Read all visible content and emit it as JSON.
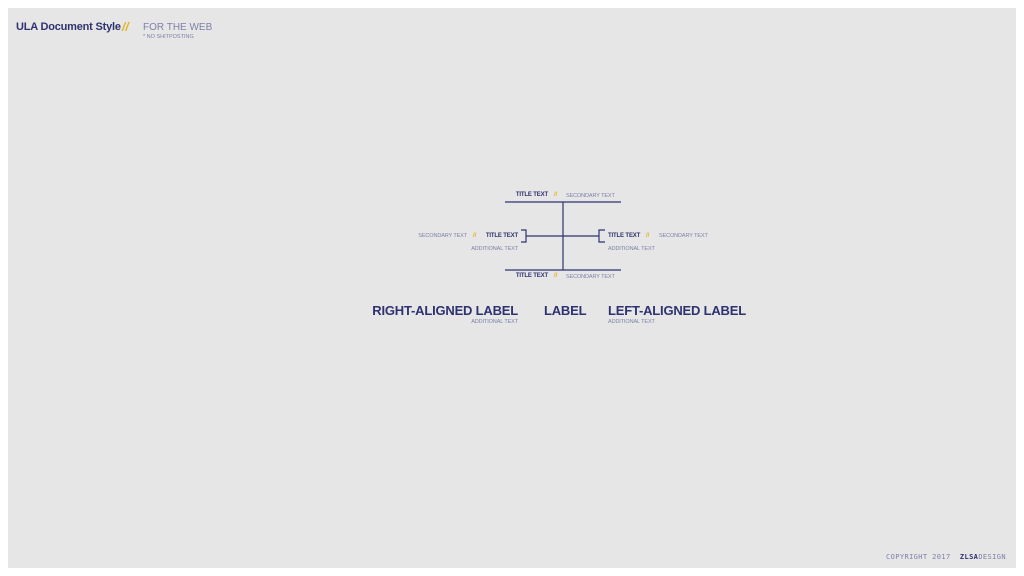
{
  "header": {
    "title": "ULA Document Style",
    "separator": "//",
    "subtitle": "FOR THE WEB",
    "note": "* NO SHITPOSTING"
  },
  "diagram": {
    "top": {
      "title": "TITLE TEXT",
      "separator": "//",
      "secondary": "SECONDARY TEXT"
    },
    "left": {
      "secondary": "SECONDARY TEXT",
      "separator": "//",
      "title": "TITLE TEXT",
      "additional": "ADDITIONAL TEXT"
    },
    "right": {
      "title": "TITLE TEXT",
      "separator": "//",
      "secondary": "SECONDARY TEXT",
      "additional": "ADDITIONAL TEXT"
    },
    "bottom": {
      "title": "TITLE TEXT",
      "separator": "//",
      "secondary": "SECONDARY TEXT"
    }
  },
  "labels": {
    "right_aligned": {
      "label": "RIGHT-ALIGNED LABEL",
      "additional": "ADDITIONAL TEXT"
    },
    "center": {
      "label": "LABEL"
    },
    "left_aligned": {
      "label": "LEFT-ALIGNED LABEL",
      "additional": "ADDITIONAL TEXT"
    }
  },
  "footer": {
    "copyright": "COPYRIGHT 2017",
    "brand_bold": "ZLSA",
    "brand_light": "DESIGN"
  },
  "colors": {
    "background": "#e6e6e6",
    "navy": "#2f3270",
    "muted": "#7d80a8",
    "accent": "#e3b21c"
  }
}
